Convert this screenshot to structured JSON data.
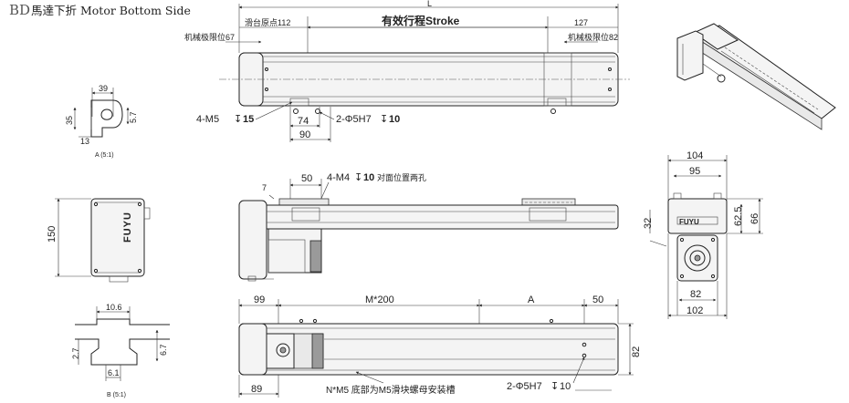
{
  "title": {
    "code": "BD",
    "text": "馬達下折  Motor Bottom Side"
  },
  "top_view": {
    "overall_length": "L",
    "stroke": "有效行程Stroke",
    "home_offset": "滑台原点112",
    "end_offset": "127",
    "mech_limit_left": "机械极限位67",
    "mech_limit_right": "机械极限位82",
    "hole_note": "4-M5",
    "hole_depth": "15",
    "pin_note": "2-Φ5H7",
    "pin_depth": "10",
    "dim_74": "74",
    "dim_90": "90"
  },
  "side_view": {
    "dim_50": "50",
    "dim_7": "7",
    "tap_note": "4-M4",
    "tap_depth": "10",
    "tap_text": "对面位置两孔",
    "dim_32": "32"
  },
  "bottom_view": {
    "dim_99": "99",
    "pitch": "M*200",
    "dim_A": "A",
    "dim_50": "50",
    "dim_89": "89",
    "dim_82": "82",
    "slot_note": "N*M5  底部为M5滑块螺母安装槽",
    "pin_note": "2-Φ5H7",
    "pin_depth": "10"
  },
  "detail_a": {
    "dim_39": "39",
    "dim_35": "35",
    "dim_57": "5.7",
    "dim_13": "13",
    "caption": "A (5:1)"
  },
  "detail_b": {
    "dim_106": "10.6",
    "dim_27": "2.7",
    "dim_67": "6.7",
    "dim_61": "6.1",
    "caption": "B (5:1)"
  },
  "motor_end_view": {
    "dim_150": "150",
    "brand": "FUYU"
  },
  "end_view": {
    "dim_104": "104",
    "dim_95": "95",
    "dim_625": "62.5",
    "dim_66": "66",
    "dim_82": "82",
    "dim_102": "102",
    "brand": "FUYU"
  }
}
